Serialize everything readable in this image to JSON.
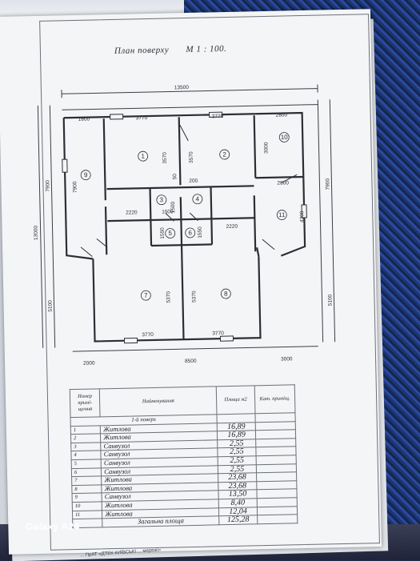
{
  "plan": {
    "title": "План поверху",
    "scale": "М 1 : 100.",
    "dimensions": {
      "top_overall": "13500",
      "bottom_left": "2000",
      "bottom_mid": "8500",
      "bottom_right": "3000",
      "left_overall": "13000",
      "left_upper": "7900",
      "left_lower": "5100",
      "right_upper": "7900",
      "right_lower": "5100",
      "room_widths": [
        "1800",
        "3770",
        "3770",
        "2800",
        "3770",
        "3770"
      ],
      "inner_labels": [
        "7900",
        "3570",
        "3570",
        "3000",
        "2800",
        "50",
        "200",
        "1500",
        "1500",
        "2220",
        "2220",
        "1550",
        "1550",
        "4300",
        "5370",
        "5370"
      ]
    },
    "room_numbers": [
      "1",
      "2",
      "3",
      "4",
      "5",
      "6",
      "7",
      "8",
      "9",
      "10",
      "11"
    ]
  },
  "table": {
    "headers": {
      "number": "Номер примі-щення",
      "name": "Найменування",
      "area": "Площа м2",
      "category": "Кат. приміщ."
    },
    "floor_label": "1-й поверх",
    "rows": [
      {
        "n": "1",
        "name": "Житлова",
        "area": "16,89"
      },
      {
        "n": "2",
        "name": "Житлова",
        "area": "16,89"
      },
      {
        "n": "3",
        "name": "Санвузол",
        "area": "2,55"
      },
      {
        "n": "4",
        "name": "Санвузол",
        "area": "2,55"
      },
      {
        "n": "5",
        "name": "Санвузол",
        "area": "2,55"
      },
      {
        "n": "6",
        "name": "Санвузол",
        "area": "2,55"
      },
      {
        "n": "7",
        "name": "Житлова",
        "area": "23,68"
      },
      {
        "n": "8",
        "name": "Житлова",
        "area": "23,68"
      },
      {
        "n": "9",
        "name": "Санвузол",
        "area": "13,50"
      },
      {
        "n": "10",
        "name": "Житлова",
        "area": "8,40"
      },
      {
        "n": "11",
        "name": "Житлова",
        "area": "12,04"
      }
    ],
    "total_label": "Загальна площа",
    "total_area": "125,28"
  },
  "overlay": {
    "camera_watermark": "Galaxy A24"
  },
  "footer_note": "... ПрАТ «ДТЕК КИЇВСЬКІ ... мережі»"
}
